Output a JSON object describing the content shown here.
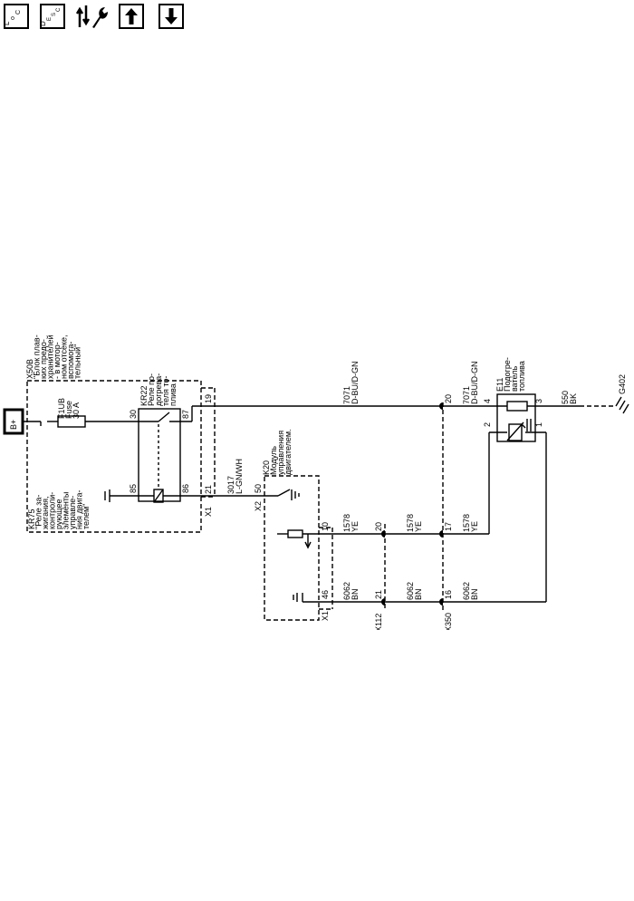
{
  "toolbar": {
    "loc_main": "L",
    "loc_sub1": "o",
    "loc_sub2": "C",
    "desc_main": "D",
    "desc_sub1": "E",
    "desc_sub2": "S",
    "desc_sub3": "C",
    "icons": [
      "location-icon",
      "description-icon",
      "diagnostic-icon",
      "arrow-up-icon",
      "arrow-down-icon"
    ]
  },
  "labels": {
    "bplus": "B+",
    "x50b": [
      "X50B",
      "\"Блок плав-",
      "ких предо-",
      "хранителей",
      "- в мотор-",
      "ном отсеке,",
      "вспомога-",
      "тельный\""
    ],
    "kr75": [
      "KR75",
      "\"Реле за-",
      "жигания,",
      "контроли-",
      "рующее",
      "элементы",
      "управле-",
      "ния двига-",
      "телем\""
    ],
    "f1ub": [
      "F1UB",
      "Fuse",
      "30 A"
    ],
    "kr22": [
      "KR22",
      "Реле по-",
      "догрева-",
      "теля то-",
      "плива"
    ],
    "k20": [
      "K20",
      "Модуль",
      "управления",
      "двигателем."
    ],
    "e11": [
      "E11",
      "Подогре-",
      "ватель",
      "топлива"
    ],
    "wire_7071_a": [
      "7071",
      "D-BU/D-GN"
    ],
    "wire_7071_b": [
      "7071",
      "D-BU/D-GN"
    ],
    "wire_3017": [
      "3017",
      "L-GN/WH"
    ],
    "wire_1578_a": [
      "1578",
      "YE"
    ],
    "wire_1578_b": [
      "1578",
      "YE"
    ],
    "wire_1578_c": [
      "1578",
      "YE"
    ],
    "wire_6062_a": [
      "6062",
      "BN"
    ],
    "wire_6062_b": [
      "6062",
      "BN"
    ],
    "wire_6062_c": [
      "6062",
      "BN"
    ],
    "wire_550": [
      "550",
      "BK"
    ],
    "pin_30": "30",
    "pin_87": "87",
    "pin_85": "85",
    "pin_86": "86",
    "pin_19": "19",
    "pin_21_x1": "21",
    "x1_left": "X1",
    "pin_50": "50",
    "x2": "X2",
    "pin_10": "10",
    "pin_46": "46",
    "x1_right": "X1",
    "pin_20_x112": "20",
    "pin_21_x112": "21",
    "x112": "X112",
    "pin_20_x350": "20",
    "pin_17": "17",
    "pin_16": "16",
    "x350": "X350",
    "pin_4": "4",
    "pin_3": "3",
    "pin_2": "2",
    "pin_1": "1",
    "g402": "G402"
  }
}
